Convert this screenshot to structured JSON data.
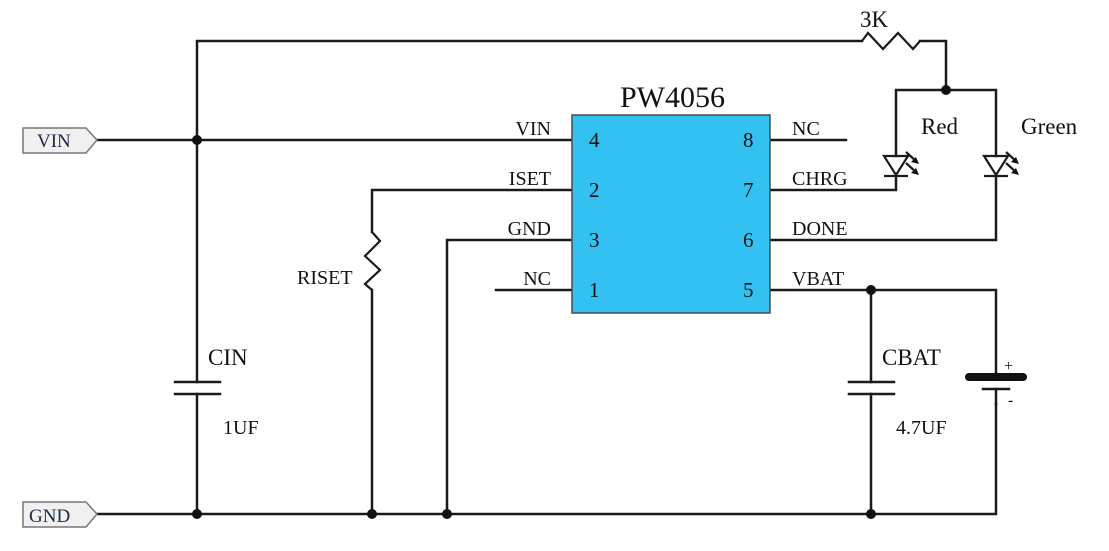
{
  "chip": {
    "name": "PW4056",
    "fill_color": "#33c1f2",
    "border_color": "#4a4a4a",
    "left_pins": [
      {
        "number": "4",
        "label": "VIN"
      },
      {
        "number": "2",
        "label": "ISET"
      },
      {
        "number": "3",
        "label": "GND"
      },
      {
        "number": "1",
        "label": "NC"
      }
    ],
    "right_pins": [
      {
        "number": "8",
        "label": "NC"
      },
      {
        "number": "7",
        "label": "CHRG"
      },
      {
        "number": "6",
        "label": "DONE"
      },
      {
        "number": "5",
        "label": "VBAT"
      }
    ]
  },
  "ports": {
    "vin": "VIN",
    "gnd": "GND"
  },
  "components": {
    "r_led": {
      "value": "3K"
    },
    "riset": {
      "name": "RISET"
    },
    "cin": {
      "name": "CIN",
      "value": "1UF"
    },
    "cbat": {
      "name": "CBAT",
      "value": "4.7UF"
    },
    "led_red": {
      "name": "Red"
    },
    "led_green": {
      "name": "Green"
    },
    "battery": {
      "plus": "+",
      "minus": "-"
    }
  }
}
